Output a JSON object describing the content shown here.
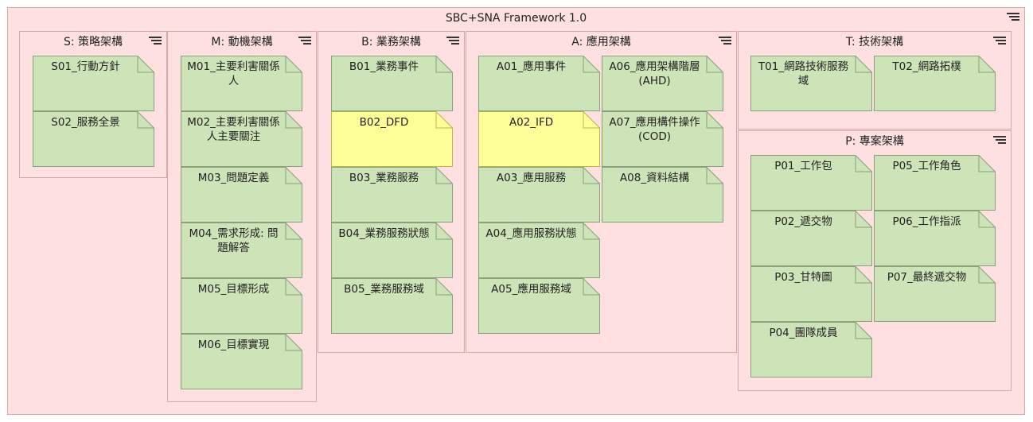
{
  "title": "SBC+SNA Framework 1.0",
  "colors": {
    "frame": "#ffe0e0",
    "note": "#cce4b8",
    "highlight": "#ffff99"
  },
  "panels": {
    "S": {
      "title": "S: 策略架構",
      "items": [
        "S01_行動方針",
        "S02_服務全景"
      ]
    },
    "M": {
      "title": "M: 動機架構",
      "items": [
        "M01_主要利害關係人",
        "M02_主要利害關係人主要關注",
        "M03_問題定義",
        "M04_需求形成: 問題解答",
        "M05_目標形成",
        "M06_目標實現"
      ]
    },
    "B": {
      "title": "B: 業務架構",
      "items": [
        "B01_業務事件",
        "B02_DFD",
        "B03_業務服務",
        "B04_業務服務狀態",
        "B05_業務服務域"
      ]
    },
    "A": {
      "title": "A: 應用架構",
      "items": [
        "A01_應用事件",
        "A06_應用架構階層(AHD)",
        "A02_IFD",
        "A07_應用構件操作(COD)",
        "A03_應用服務",
        "A08_資料結構",
        "A04_應用服務狀態",
        "A05_應用服務域"
      ]
    },
    "T": {
      "title": "T: 技術架構",
      "items": [
        "T01_網路技術服務域",
        "T02_網路拓樸"
      ]
    },
    "P": {
      "title": "P: 專案架構",
      "items": [
        "P01_工作包",
        "P05_工作角色",
        "P02_遞交物",
        "P06_工作指派",
        "P03_甘特圖",
        "P07_最終遞交物",
        "P04_團隊成員"
      ]
    }
  }
}
